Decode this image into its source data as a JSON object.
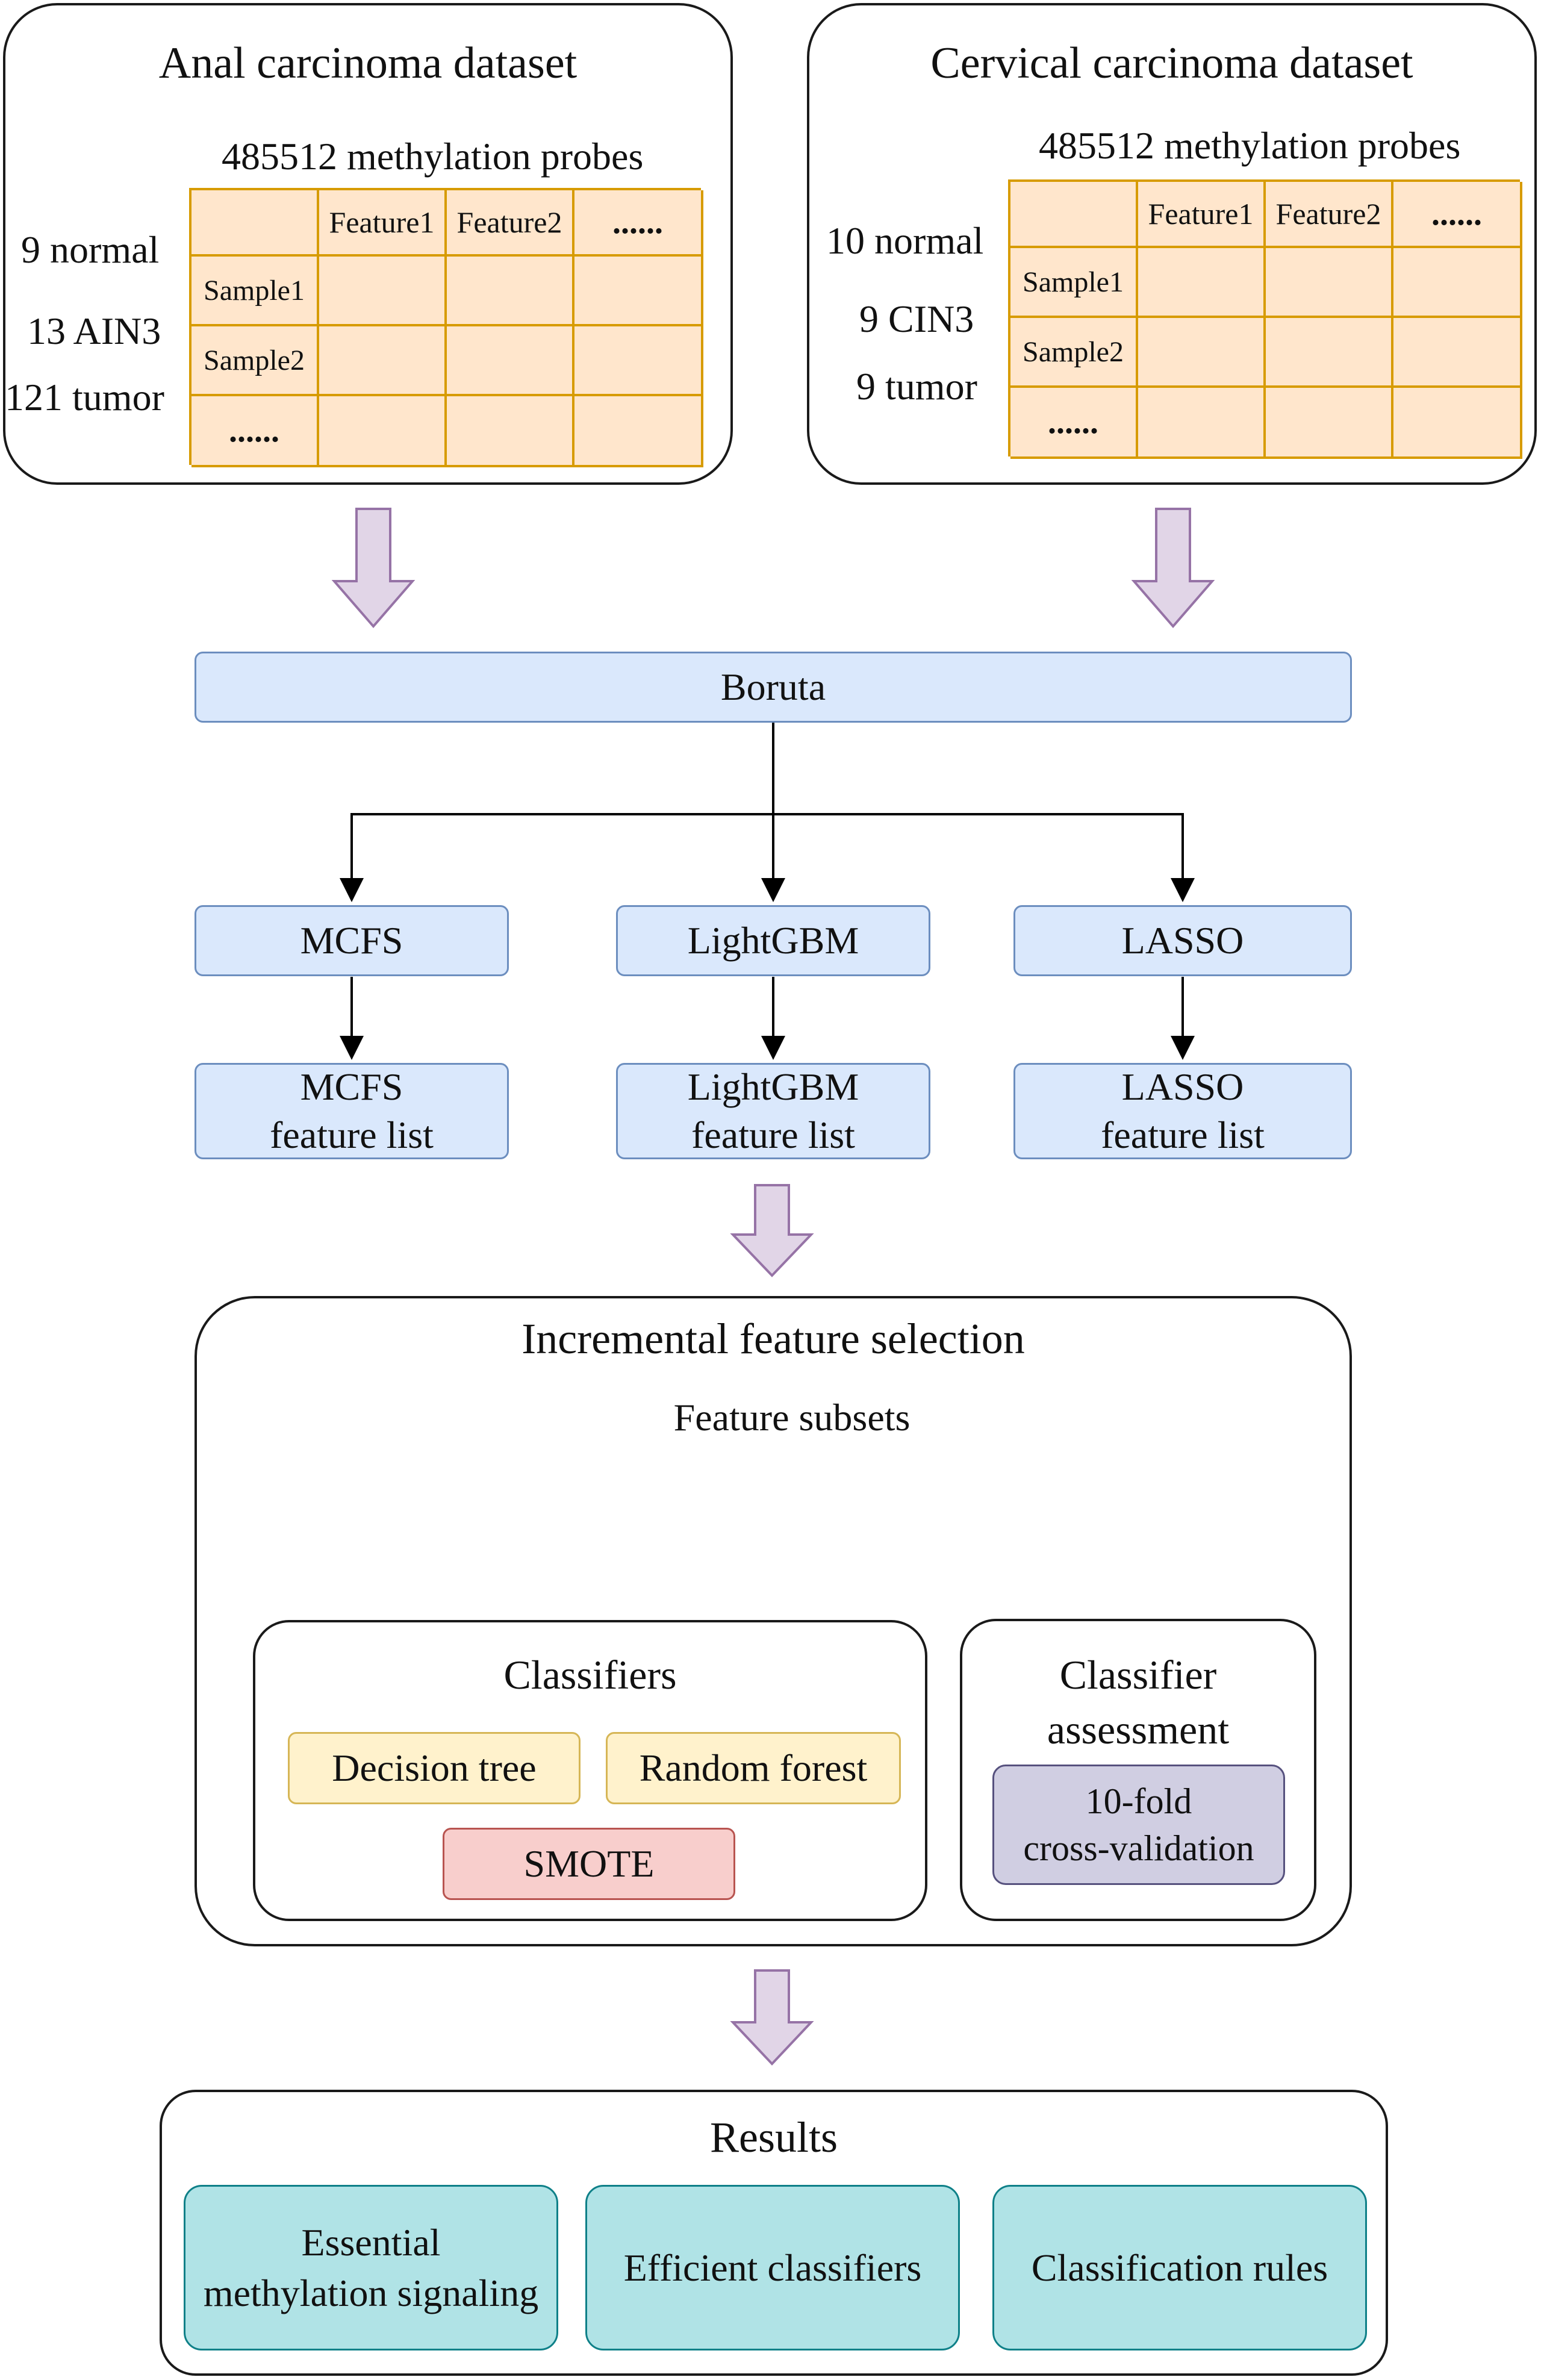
{
  "anal": {
    "title": "Anal carcinoma dataset",
    "probes": "485512 methylation probes",
    "groups": [
      "9 normal",
      "13 AIN3",
      "121 tumor"
    ],
    "table": {
      "headers": [
        "",
        "Feature1",
        "Feature2",
        "......"
      ],
      "rows": [
        "Sample1",
        "Sample2",
        "......"
      ]
    }
  },
  "cervical": {
    "title": "Cervical carcinoma dataset",
    "probes": "485512 methylation probes",
    "groups": [
      "10 normal",
      "9 CIN3",
      "9 tumor"
    ],
    "table": {
      "headers": [
        "",
        "Feature1",
        "Feature2",
        "......"
      ],
      "rows": [
        "Sample1",
        "Sample2",
        "......"
      ]
    }
  },
  "boruta": "Boruta",
  "methods": [
    {
      "name": "MCFS",
      "list": [
        "MCFS",
        "feature list"
      ]
    },
    {
      "name": "LightGBM",
      "list": [
        "LightGBM",
        "feature list"
      ]
    },
    {
      "name": "LASSO",
      "list": [
        "LASSO",
        "feature list"
      ]
    }
  ],
  "ifs": {
    "title": "Incremental feature selection",
    "subsets": "Feature subsets",
    "classifiers_title": "Classifiers",
    "classifiers": [
      "Decision tree",
      "Random forest"
    ],
    "smote": "SMOTE",
    "assessment_title": [
      "Classifier",
      "assessment"
    ],
    "assessment": [
      "10-fold",
      "cross-validation"
    ]
  },
  "results": {
    "title": "Results",
    "items": [
      [
        "Essential",
        "methylation signaling"
      ],
      [
        "Efficient classifiers"
      ],
      [
        "Classification rules"
      ]
    ]
  },
  "colors": {
    "table_fill": "#ffe6cc",
    "table_border": "#d79b00",
    "blue_fill": "#dae8fc",
    "blue_border": "#6c8ebf",
    "arrow_purple": "#e1d5e7",
    "arrow_purple_border": "#9673a6",
    "arrow_teal": "#b0e3e6",
    "arrow_teal_border": "#0e8088",
    "doc_fill": "#d5e8d4",
    "doc_border": "#82b366"
  }
}
